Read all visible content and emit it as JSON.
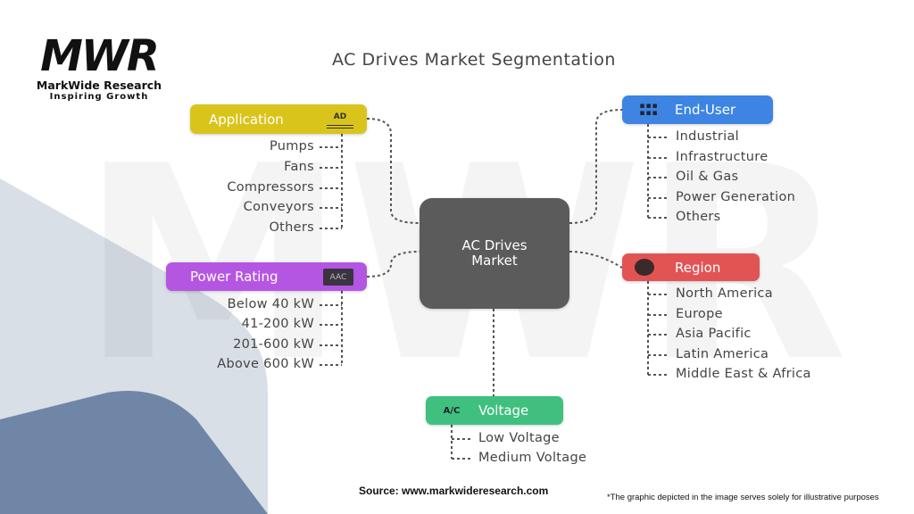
{
  "logo": {
    "mark": "MWR",
    "name": "MarkWide Research",
    "tagline": "Inspiring Growth"
  },
  "title": "AC Drives Market Segmentation",
  "center": {
    "label": "AC Drives Market"
  },
  "segments": {
    "application": {
      "label": "Application",
      "icon": "AD",
      "color": "#d9c41c",
      "items": [
        "Pumps",
        "Fans",
        "Compressors",
        "Conveyors",
        "Others"
      ]
    },
    "power_rating": {
      "label": "Power Rating",
      "icon": "AAC",
      "color": "#b556e3",
      "items": [
        "Below 40 kW",
        "41-200 kW",
        "201-600 kW",
        "Above 600 kW"
      ]
    },
    "end_user": {
      "label": "End-User",
      "icon": "grid-icon",
      "color": "#3d84e3",
      "items": [
        "Industrial",
        "Infrastructure",
        "Oil & Gas",
        "Power Generation",
        "Others"
      ]
    },
    "region": {
      "label": "Region",
      "icon": "globe-icon",
      "color": "#e25454",
      "items": [
        "North America",
        "Europe",
        "Asia Pacific",
        "Latin America",
        "Middle East & Africa"
      ]
    },
    "voltage": {
      "label": "Voltage",
      "icon": "A/C",
      "color": "#3fc07f",
      "items": [
        "Low Voltage",
        "Medium Voltage"
      ]
    }
  },
  "source": "Source: www.markwideresearch.com",
  "disclaimer": "*The graphic depicted in the image serves solely for illustrative purposes"
}
